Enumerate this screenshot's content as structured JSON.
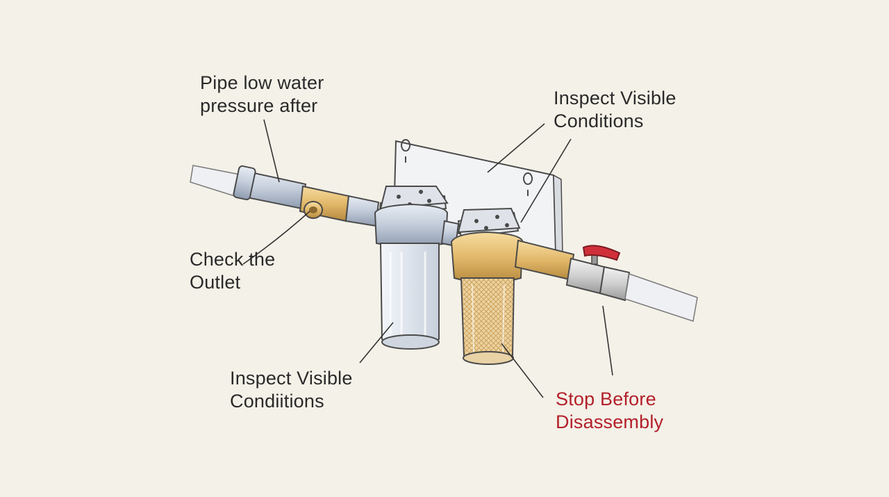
{
  "labels": {
    "pipe_pressure": {
      "line1": "Pipe low water",
      "line2": "pressure after"
    },
    "check_outlet": {
      "line1": "Check the",
      "line2": "Outlet"
    },
    "inspect_top": {
      "line1": "Inspect Visible",
      "line2": "Conditions"
    },
    "inspect_bottom": {
      "line1": "Inspect Visible",
      "line2": "Condiitions"
    },
    "stop_disassembly": {
      "line1": "Stop Before",
      "line2": "Disassembly"
    }
  },
  "colors": {
    "background": "#f4f1e8",
    "outline": "#4a4a4a",
    "steel_pipe": "#c6cfdc",
    "brass": "#e2b86a",
    "valve_handle": "#d0303a",
    "warning_text": "#b3202a"
  }
}
